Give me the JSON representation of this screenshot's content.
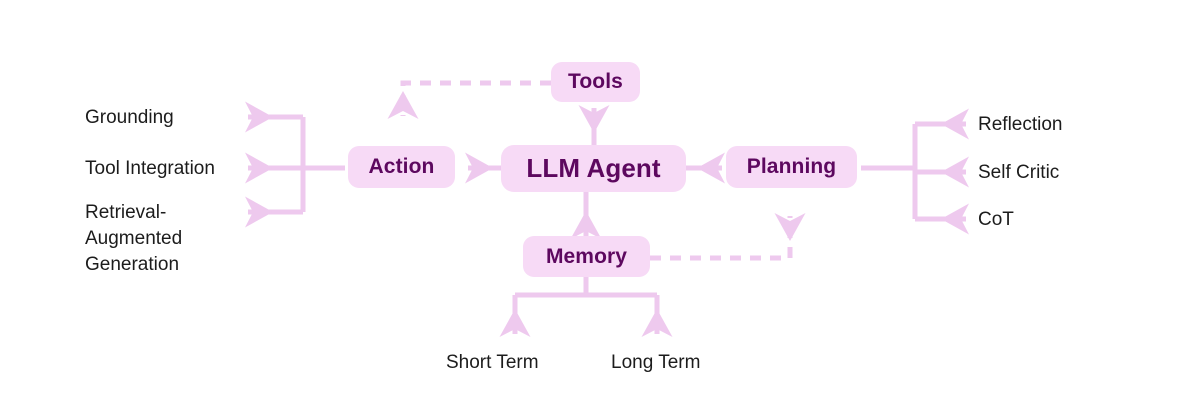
{
  "diagram": {
    "title": "LLM Agent",
    "background_color": "#ffffff",
    "node_fill_color": "#f7daf6",
    "node_text_color": "#5d085f",
    "wire_color": "#eec9ee",
    "leaf_text_color": "#1c1c1c",
    "nodes": {
      "core": "LLM Agent",
      "tools": "Tools",
      "action": "Action",
      "planning": "Planning",
      "memory": "Memory"
    },
    "action_branch": {
      "items": [
        "Grounding",
        "Tool Integration"
      ],
      "rag_line1": "Retrieval-",
      "rag_line2": "Augmented",
      "rag_line3": "Generation"
    },
    "planning_branch": {
      "items": [
        "Reflection",
        "Self Critic",
        "CoT"
      ]
    },
    "memory_branch": {
      "items": [
        "Short Term",
        "Long Term"
      ]
    }
  }
}
